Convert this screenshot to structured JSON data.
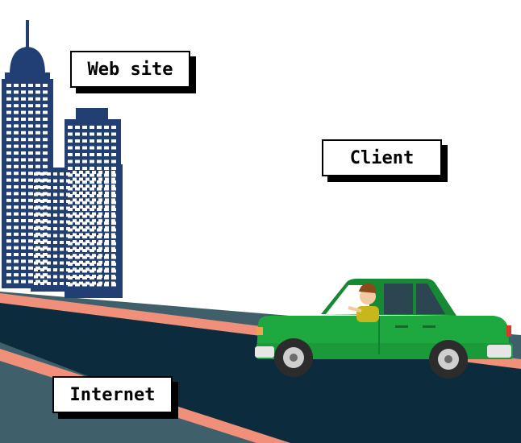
{
  "labels": {
    "website": "Web site",
    "client": "Client",
    "internet": "Internet"
  },
  "icons": [
    "skyscraper-building-icon",
    "car-icon",
    "driver-icon",
    "road-icon"
  ],
  "colors": {
    "building": "#213f73",
    "road_dark": "#0c2c3d",
    "road_slope": "#3f5f6a",
    "road_stripe": "#f0907a",
    "car_body": "#1ea840",
    "car_roof": "#158a32",
    "wheel": "#2c2c2c"
  }
}
